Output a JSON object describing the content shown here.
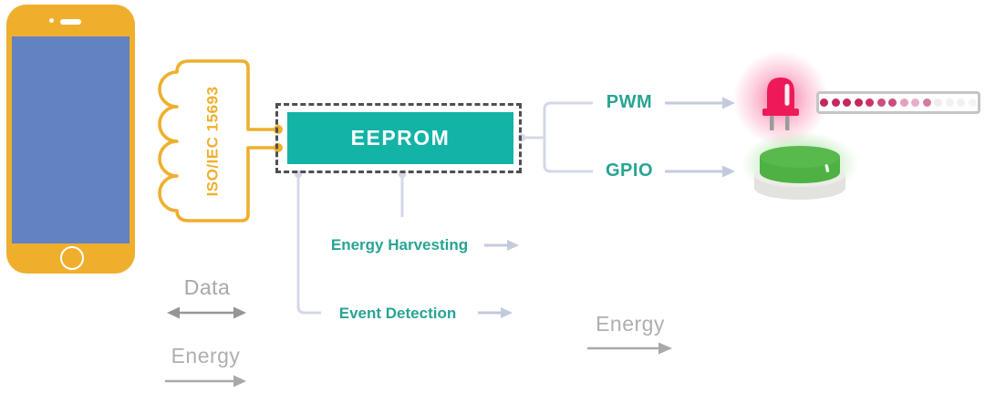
{
  "antenna": {
    "label": "ISO/IEC 15693"
  },
  "eeprom": {
    "label": "EEPROM"
  },
  "outputs": {
    "pwm_label": "PWM",
    "gpio_label": "GPIO"
  },
  "features": {
    "energy_harvesting_label": "Energy Harvesting",
    "event_detection_label": "Event Detection"
  },
  "legend": {
    "data_label": "Data",
    "energy_label": "Energy"
  },
  "energy_flow": {
    "label": "Energy"
  },
  "led_strip": {
    "dots": [
      "#c4285e",
      "#c4285e",
      "#c4285e",
      "#c4285e",
      "#c8316a",
      "#ce4c7e",
      "#cb4d80",
      "#e5a0bf",
      "#e8adc8",
      "#d47aa3",
      "#f1ecef",
      "#f3f0f2",
      "#f2eff1",
      "#f5f3f4"
    ]
  },
  "colors": {
    "brand_orange": "#EFAF2D",
    "screen_blue": "#6282C2",
    "eeprom_teal": "#14B3A7",
    "label_teal": "#28A493",
    "connector_lavender": "#D3D8E8",
    "arrow_lavender": "#C3CADC",
    "dashed_border_gray": "#4F4F4F",
    "legend_gray": "#AFAFAF",
    "led_red": "#EE1A58",
    "button_green": "#55B74A"
  }
}
